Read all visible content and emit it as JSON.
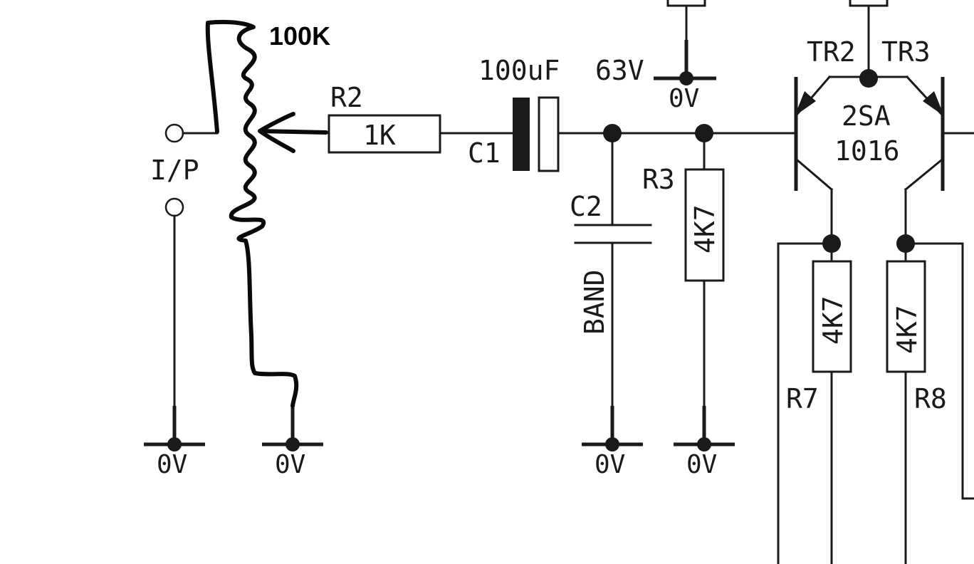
{
  "input": {
    "label": "I/P"
  },
  "pot": {
    "value": "100K"
  },
  "r2": {
    "name": "R2",
    "value": "1K"
  },
  "c1": {
    "name": "C1",
    "value": "100uF",
    "voltage": "63V"
  },
  "c2": {
    "name": "C2",
    "note": "BAND"
  },
  "r3": {
    "name": "R3",
    "value": "4K7"
  },
  "transistors": {
    "left": "TR2",
    "right": "TR3",
    "part_line1": "2SA",
    "part_line2": "1016"
  },
  "r7": {
    "name": "R7",
    "value": "4K7"
  },
  "r8": {
    "name": "R8",
    "value": "4K7"
  },
  "ground": {
    "label": "0V"
  }
}
